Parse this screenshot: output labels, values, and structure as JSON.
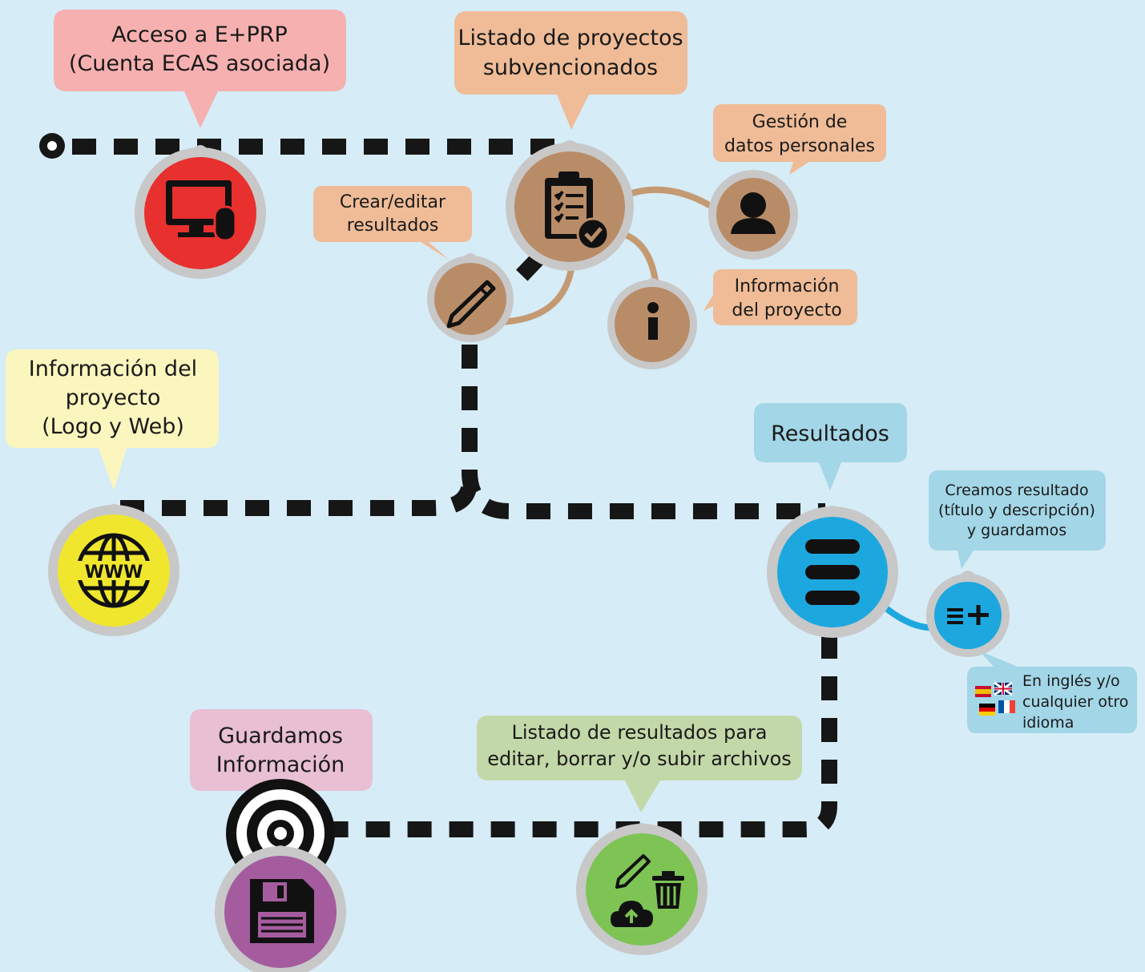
{
  "bubbles": {
    "acceso": {
      "lines": [
        "Acceso a E+PRP",
        "(Cuenta ECAS asociada)"
      ],
      "color": "#f7b0b0"
    },
    "listado": {
      "lines": [
        "Listado de proyectos",
        "subvencionados"
      ],
      "color": "#efbc97"
    },
    "gestion": {
      "lines": [
        "Gestión de",
        "datos personales"
      ],
      "color": "#efbc97"
    },
    "crear": {
      "lines": [
        "Crear/editar",
        "resultados"
      ],
      "color": "#efbc97"
    },
    "info_proyecto": {
      "lines": [
        "Información",
        "del proyecto"
      ],
      "color": "#efbc97"
    },
    "info_logo_web": {
      "lines": [
        "Información del",
        "proyecto",
        "(Logo y Web)"
      ],
      "color": "#fbf6be"
    },
    "resultados": {
      "lines": [
        "Resultados"
      ],
      "color": "#a3d6e6"
    },
    "creamos": {
      "lines": [
        "Creamos resultado",
        "(título y descripción)",
        "y guardamos"
      ],
      "color": "#a3d6e6"
    },
    "idioma": {
      "lines": [
        "En inglés y/o",
        "cualquier otro",
        "idioma"
      ],
      "color": "#a3d6e6"
    },
    "guardamos": {
      "lines": [
        "Guardamos",
        "Información"
      ],
      "color": "#e8bfd3"
    },
    "listado_resultados": {
      "lines": [
        "Listado de resultados para",
        "editar, borrar y/o subir archivos"
      ],
      "color": "#c3d8a8"
    }
  },
  "nodes": {
    "computer": {
      "icon": "computer-mouse-icon",
      "color": "#e8302e"
    },
    "clipboard": {
      "icon": "clipboard-check-icon",
      "color": "#b98c68"
    },
    "user": {
      "icon": "user-icon",
      "color": "#b98c68"
    },
    "pencil": {
      "icon": "pencil-icon",
      "color": "#b98c68"
    },
    "info": {
      "icon": "info-icon",
      "color": "#b98c68"
    },
    "www": {
      "icon": "www-globe-icon",
      "color": "#f0e62e"
    },
    "results": {
      "icon": "list-icon",
      "color": "#1da7df"
    },
    "add_list": {
      "icon": "list-add-icon",
      "color": "#1da7df"
    },
    "flags": {
      "icon": "language-flags-icon"
    },
    "target": {
      "icon": "target-icon"
    },
    "save": {
      "icon": "floppy-disk-icon",
      "color": "#a45c9f"
    },
    "edit_delete_upload": {
      "icon": "edit-delete-upload-icon",
      "color": "#7dc455"
    }
  }
}
